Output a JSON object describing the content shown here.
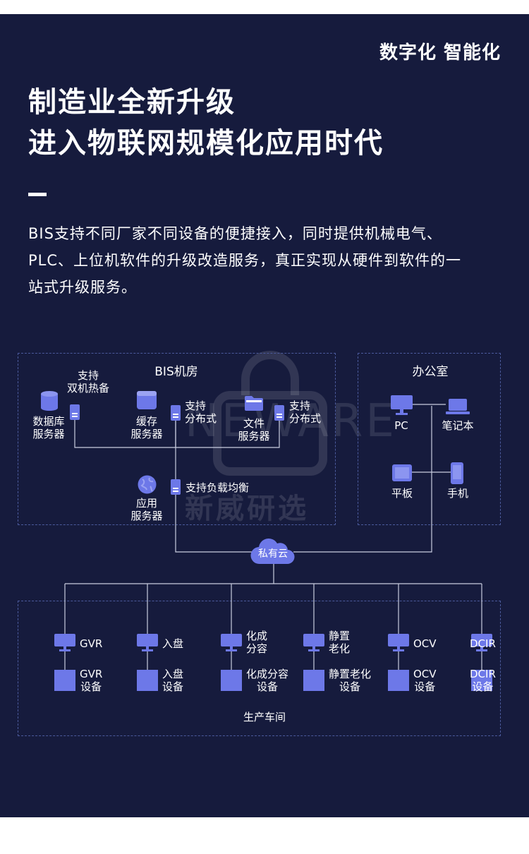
{
  "header": {
    "tag": "数字化 智能化",
    "title_lines": [
      "制造业全新升级",
      "进入物联网规模化应用时代"
    ],
    "description_lines": [
      "BIS支持不同厂家不同设备的便捷接入，同时提供机械电气、",
      "PLC、上位机软件的升级改造服务，真正实现从硬件到软件的一",
      "站式升级服务。"
    ]
  },
  "watermark": {
    "brand": "NEWARE",
    "cn": "新威研选"
  },
  "colors": {
    "background": "#161b3d",
    "accent": "#6d78e8",
    "line": "#c9cde0",
    "dashed": "#4b5a9c"
  },
  "diagram": {
    "bis": {
      "title": "BIS机房",
      "db": {
        "line1": "数据库",
        "line2": "服务器",
        "icon": "database-icon"
      },
      "cache": {
        "line1": "缓存",
        "line2": "服务器",
        "icon": "cache-server-icon"
      },
      "file": {
        "line1": "文件",
        "line2": "服务器",
        "icon": "folder-icon"
      },
      "app": {
        "line1": "应用",
        "line2": "服务器",
        "icon": "globe-icon"
      },
      "hot_standby": {
        "line1": "支持",
        "line2": "双机热备"
      },
      "distributed_a": {
        "line1": "支持",
        "line2": "分布式"
      },
      "distributed_b": {
        "line1": "支持",
        "line2": "分布式"
      },
      "load_balance": "支持负载均衡"
    },
    "office": {
      "title": "办公室",
      "pc": "PC",
      "laptop": "笔记本",
      "tablet": "平板",
      "phone": "手机"
    },
    "cloud": "私有云",
    "workshop": {
      "title": "生产车间",
      "stations": [
        {
          "pc": [
            "GVR"
          ],
          "device": [
            "GVR",
            "设备"
          ]
        },
        {
          "pc": [
            "入盘"
          ],
          "device": [
            "入盘",
            "设备"
          ]
        },
        {
          "pc": [
            "化成",
            "分容"
          ],
          "device": [
            "化成分容",
            "设备"
          ]
        },
        {
          "pc": [
            "静置",
            "老化"
          ],
          "device": [
            "静置老化",
            "设备"
          ]
        },
        {
          "pc": [
            "OCV"
          ],
          "device": [
            "OCV",
            "设备"
          ]
        },
        {
          "pc": [
            "DCIR"
          ],
          "device": [
            "DCIR",
            "设备"
          ]
        }
      ]
    }
  }
}
